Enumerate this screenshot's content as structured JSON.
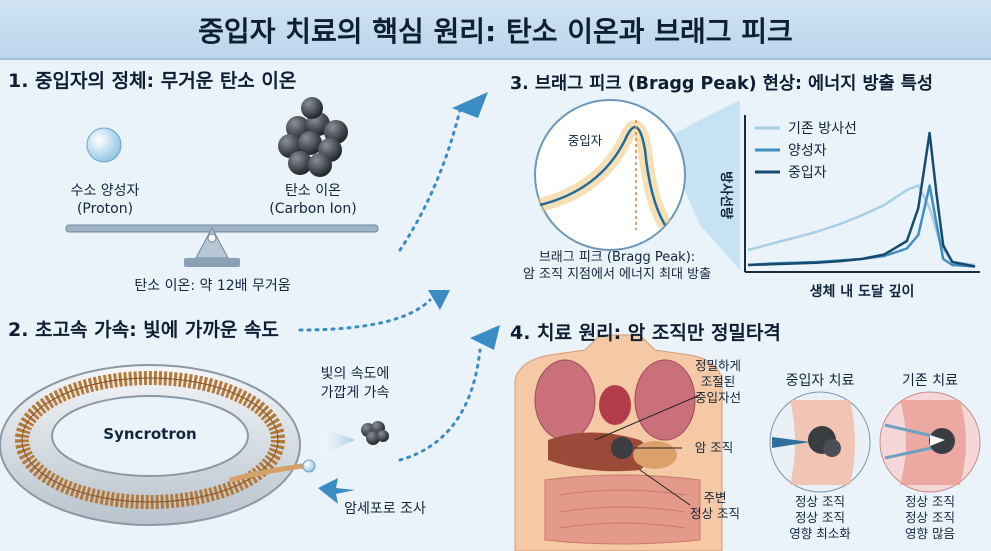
{
  "title": "중입자 치료의 핵심 원리: 탄소 이온과 브래그 피크",
  "section1": {
    "heading": "1. 중입자의 정체: 무거운 탄소 이온",
    "proton_label_ko": "수소 양성자",
    "proton_label_en": "(Proton)",
    "carbon_label_ko": "탄소 이온",
    "carbon_label_en": "(Carbon Ion)",
    "caption": "탄소 이온: 약 12배 무거움"
  },
  "section2": {
    "heading": "2. 초고속 가속: 빛에 가까운 속도",
    "ring_label": "Syncrotron",
    "speed_label_1": "빛의 속도에",
    "speed_label_2": "가깝게 가속",
    "target_label": "암세포로 조사"
  },
  "section3": {
    "heading": "3. 브래그 피크 (Bragg Peak) 현상: 에너지 방출 특성",
    "zoom_label": "중입자",
    "caption_1": "브래그 피크 (Bragg Peak):",
    "caption_2": "암 조직 지점에서 에너지 최대 방출",
    "chart_data": {
      "type": "line",
      "title": "",
      "xlabel": "생체 내 도달 깊이",
      "ylabel": "방사선량",
      "legend_position": "top-left",
      "grid": false,
      "series": [
        {
          "name": "기존 방사선",
          "color": "#a9cfe6",
          "x": [
            0,
            0.1,
            0.2,
            0.3,
            0.4,
            0.5,
            0.6,
            0.65,
            0.7,
            0.75,
            0.8,
            0.85,
            0.9,
            1.0
          ],
          "y": [
            0.12,
            0.16,
            0.2,
            0.24,
            0.29,
            0.35,
            0.42,
            0.47,
            0.52,
            0.55,
            0.4,
            0.15,
            0.04,
            0.02
          ]
        },
        {
          "name": "양성자",
          "color": "#3f8fc0",
          "x": [
            0,
            0.1,
            0.2,
            0.3,
            0.4,
            0.5,
            0.6,
            0.7,
            0.75,
            0.8,
            0.83,
            0.86,
            0.9,
            1.0
          ],
          "y": [
            0.02,
            0.03,
            0.035,
            0.04,
            0.05,
            0.06,
            0.08,
            0.13,
            0.22,
            0.55,
            0.3,
            0.06,
            0.02,
            0.01
          ]
        },
        {
          "name": "중입자",
          "color": "#164a6e",
          "x": [
            0,
            0.1,
            0.2,
            0.3,
            0.4,
            0.5,
            0.6,
            0.7,
            0.75,
            0.8,
            0.83,
            0.86,
            0.9,
            1.0
          ],
          "y": [
            0.02,
            0.025,
            0.03,
            0.035,
            0.045,
            0.06,
            0.09,
            0.18,
            0.4,
            0.9,
            0.5,
            0.15,
            0.04,
            0.01
          ]
        }
      ]
    }
  },
  "section4": {
    "heading": "4. 치료 원리: 암 조직만 정밀타격",
    "beam_label_1": "정밀하게",
    "beam_label_2": "조절된",
    "beam_label_3": "중입자선",
    "tumor_label": "암 조직",
    "normal_label_1": "주변",
    "normal_label_2": "정상 조직",
    "heavy_title": "중입자 치료",
    "heavy_caption_1": "정상 조직",
    "heavy_caption_2": "정상 조직",
    "heavy_caption_3": "영향 최소화",
    "conv_title": "기존 치료",
    "conv_caption_1": "정상 조직",
    "conv_caption_2": "정상 조직",
    "conv_caption_3": "영향 많음"
  }
}
